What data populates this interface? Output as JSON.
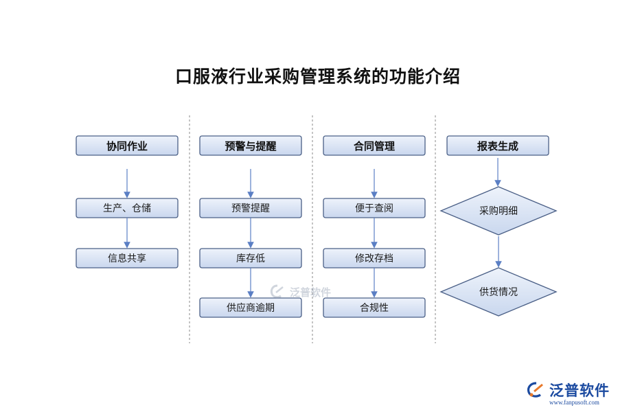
{
  "title": "口服液行业采购管理系统的功能介绍",
  "columns": [
    {
      "header": "协同作业",
      "items": [
        "生产、仓储",
        "信息共享"
      ]
    },
    {
      "header": "预警与提醒",
      "items": [
        "预警提醒",
        "库存低",
        "供应商逾期"
      ]
    },
    {
      "header": "合同管理",
      "items": [
        "便于查阅",
        "修改存档",
        "合规性"
      ]
    },
    {
      "header": "报表生成",
      "items": [
        "采购明细",
        "供货情况"
      ]
    }
  ],
  "watermark": {
    "text": "泛普软件"
  },
  "brand": {
    "name": "泛普软件",
    "url": "www.fanpusoft.com"
  },
  "colors": {
    "box_fill_top": "#eef3fb",
    "box_fill_bottom": "#c9d7ee",
    "box_border": "#4a5f86",
    "arrow": "#5b7fc4",
    "divider": "#888888",
    "brand": "#1b4aa0",
    "logo_accent": "#e8792b"
  }
}
